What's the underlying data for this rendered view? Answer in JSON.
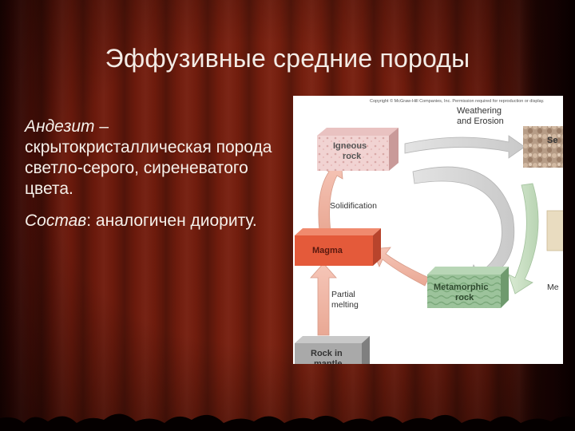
{
  "slide": {
    "title": "Эффузивные средние породы",
    "andesite_term": "Андезит",
    "andesite_dash": " –",
    "andesite_description": "скрытокристаллическая порода светло-серого, сиреневатого цвета.",
    "composition_term": "Состав",
    "composition_colon": ":",
    "composition_value": " аналогичен диориту."
  },
  "figure": {
    "copyright": "Copyright © McGraw-Hill Companies, Inc. Permission required for reproduction or display.",
    "weathering_line1": "Weathering",
    "weathering_line2": "and Erosion",
    "igneous_line1": "Igneous",
    "igneous_line2": "rock",
    "sediment_partial": "Se",
    "solidification": "Solidification",
    "magma": "Magma",
    "partial_line1": "Partial",
    "partial_line2": "melting",
    "metamorphic_line1": "Metamorphic",
    "metamorphic_line2": "rock",
    "metamorphism_partial": "Me",
    "mantle_line1": "Rock in",
    "mantle_line2": "mantle"
  }
}
